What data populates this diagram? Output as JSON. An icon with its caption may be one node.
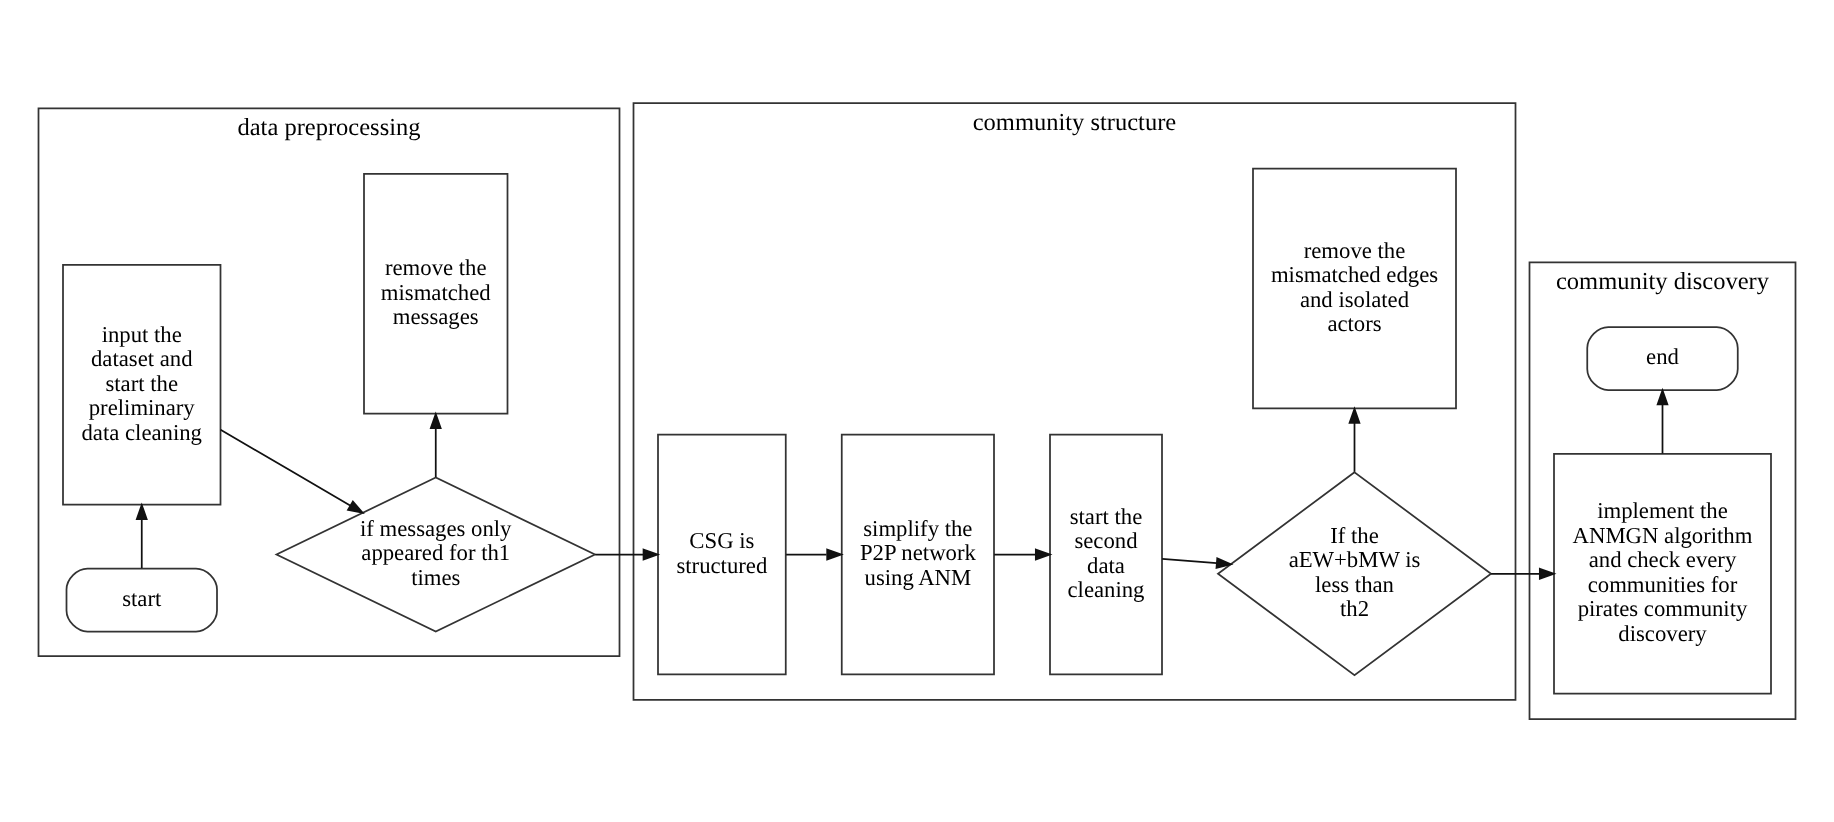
{
  "diagram": {
    "nodes": [
      {
        "text": [
          "data preprocessing"
        ]
      },
      {
        "text": [
          "start"
        ],
        "in": 0
      },
      {
        "text": [
          "input the dataset and start the preliminary data cleaning"
        ],
        "in": 0
      },
      {
        "text": [
          "if messages only appeared for th1 times"
        ],
        "in": 0
      },
      {
        "text": [
          "remove the mismatched messages"
        ],
        "in": 0
      },
      {
        "text": [
          "community structure"
        ]
      },
      {
        "text": [
          "CSG is structured"
        ],
        "in": 5
      },
      {
        "text": [
          "simplify the P2P network using ANM"
        ],
        "in": 5
      },
      {
        "text": [
          "start the second data cleaning"
        ],
        "in": 5
      },
      {
        "text": [
          "If the aEW+bMW is less than th2"
        ],
        "in": 5
      },
      {
        "text": [
          "remove the mismatched edges and isolated actors"
        ],
        "in": 5
      },
      {
        "text": [
          "community discovery"
        ]
      },
      {
        "text": [
          "implement the ANMGN algorithm and check every communities for pirates community discovery"
        ],
        "in": 11
      },
      {
        "text": [
          "end"
        ],
        "in": 11
      }
    ],
    "edges": [
      {
        "from": 1,
        "to": 2,
        "arrow": "to"
      },
      {
        "from": 2,
        "to": 3,
        "arrow": "to"
      },
      {
        "from": 3,
        "to": 6,
        "arrow": "to"
      },
      {
        "from": 3,
        "to": 4,
        "arrow": "to"
      },
      {
        "from": 6,
        "to": 7,
        "arrow": "to"
      },
      {
        "from": 7,
        "to": 8,
        "arrow": "to"
      },
      {
        "from": 8,
        "to": 9,
        "arrow": "to"
      },
      {
        "from": 9,
        "to": 10,
        "arrow": "to"
      },
      {
        "from": 9,
        "to": 12,
        "arrow": "to"
      },
      {
        "from": 12,
        "to": 13,
        "arrow": "to"
      }
    ]
  }
}
